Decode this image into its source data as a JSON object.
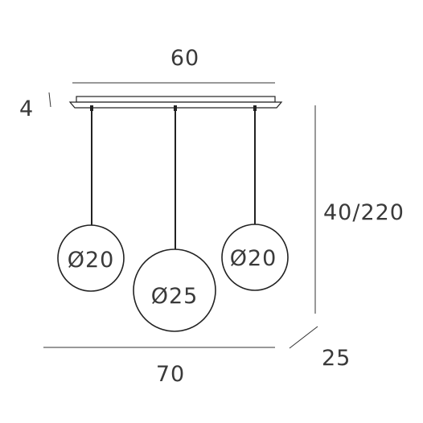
{
  "dimensions": {
    "canopy_width": "60",
    "canopy_height": "4",
    "drop_height": "40/220",
    "depth": "25",
    "total_width": "70"
  },
  "globes": [
    {
      "label": "Ø20"
    },
    {
      "label": "Ø25"
    },
    {
      "label": "Ø20"
    }
  ]
}
